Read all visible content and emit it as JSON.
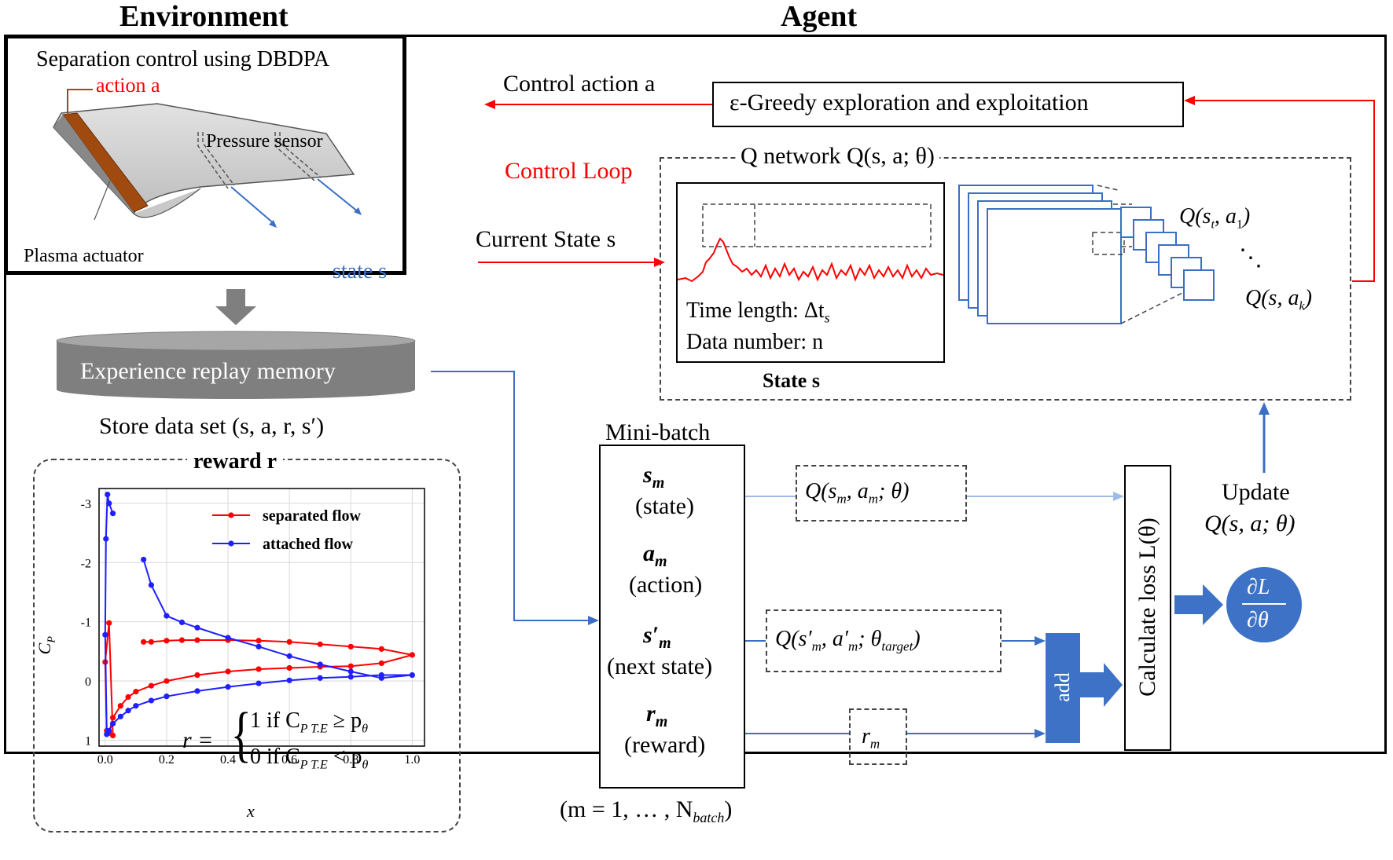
{
  "headers": {
    "environment": "Environment",
    "agent": "Agent"
  },
  "environment": {
    "panel_title": "Separation control using DBDPA",
    "action_label": "action a",
    "pressure_sensor": "Pressure  sensor",
    "plasma_actuator": "Plasma actuator",
    "state_label": "state s"
  },
  "memory": {
    "label": "Experience replay memory",
    "store": "Store data set (s, a, r, s′)"
  },
  "reward": {
    "title": "reward r",
    "formula_prefix": "r =",
    "case1": "1  if C",
    "case1_sub": "P T.E",
    "case1_rel": " ≥ p",
    "case1_sub2": "θ",
    "case2": "0  if C",
    "case2_sub": "P T.E",
    "case2_rel": " < p",
    "case2_sub2": "θ"
  },
  "chart_data": {
    "type": "line",
    "xlabel": "x",
    "ylabel": "C_P",
    "ylabel_main": "C",
    "ylabel_sub": "P",
    "xlim": [
      -0.02,
      1.04
    ],
    "ylim": [
      -3.25,
      1.1
    ],
    "y_inverted": true,
    "grid": true,
    "legend_position": "top-right",
    "x_ticks": [
      "0.0",
      "0.2",
      "0.4",
      "0.6",
      "0.8",
      "1.0"
    ],
    "x_tick_values": [
      0.0,
      0.2,
      0.4,
      0.6,
      0.8,
      1.0
    ],
    "y_ticks": [
      "-3",
      "-2",
      "-1",
      "0",
      "1"
    ],
    "y_tick_values": [
      -3,
      -2,
      -1,
      0,
      1
    ],
    "series": [
      {
        "name": "separated flow",
        "color": "#ff0000",
        "x": [
          0.125,
          0.15,
          0.2,
          0.25,
          0.3,
          0.4,
          0.5,
          0.6,
          0.7,
          0.8,
          0.9,
          1.0,
          0.9,
          0.8,
          0.7,
          0.6,
          0.5,
          0.4,
          0.3,
          0.2,
          0.15,
          0.1,
          0.075,
          0.05,
          0.025,
          0.0125,
          0.005,
          0.0,
          0.0125,
          0.025
        ],
        "y": [
          -0.66,
          -0.66,
          -0.68,
          -0.69,
          -0.69,
          -0.69,
          -0.68,
          -0.66,
          -0.62,
          -0.58,
          -0.54,
          -0.44,
          -0.3,
          -0.25,
          -0.24,
          -0.22,
          -0.2,
          -0.16,
          -0.1,
          0.0,
          0.08,
          0.18,
          0.27,
          0.42,
          0.62,
          0.88,
          0.84,
          -0.32,
          -0.98,
          0.92
        ]
      },
      {
        "name": "attached flow",
        "color": "#1f1fff",
        "x": [
          0.125,
          0.15,
          0.2,
          0.25,
          0.3,
          0.4,
          0.5,
          0.6,
          0.7,
          0.8,
          0.9,
          1.0,
          0.9,
          0.8,
          0.7,
          0.6,
          0.5,
          0.4,
          0.3,
          0.2,
          0.15,
          0.1,
          0.075,
          0.05,
          0.025,
          0.0125,
          0.005,
          0.0,
          0.0025,
          0.0075,
          0.0125,
          0.025
        ],
        "y": [
          -2.05,
          -1.62,
          -1.1,
          -0.99,
          -0.9,
          -0.73,
          -0.58,
          -0.42,
          -0.28,
          -0.16,
          -0.05,
          -0.1,
          -0.1,
          -0.07,
          -0.05,
          -0.01,
          0.04,
          0.1,
          0.17,
          0.26,
          0.33,
          0.42,
          0.5,
          0.6,
          0.72,
          0.84,
          0.9,
          -0.78,
          -2.4,
          -3.15,
          -3.0,
          -2.83
        ]
      }
    ]
  },
  "agent": {
    "control_action": "Control action a",
    "greedy": "ε-Greedy exploration and exploitation",
    "control_loop": "Control Loop",
    "q_network": "Q  network Q(s, a; θ)",
    "current_state": "Current State s",
    "time_length": "Time length: Δt",
    "time_length_sub": "s",
    "data_number": "Data number: n",
    "state_caption": "State s",
    "q_out_1": "Q(s",
    "q_out_1_sub": "t",
    "q_out_1_rest": ", a",
    "q_out_1_sub2": "1",
    "q_out_1_end": ")",
    "q_out_k": "Q(s, a",
    "q_out_k_sub": "k",
    "q_out_k_end": ")",
    "ellipsis": "⋱"
  },
  "minibatch": {
    "title": "Mini-batch",
    "s_m": "s",
    "s_m_sub": "m",
    "s_m_desc": "(state)",
    "a_m": "a",
    "a_m_sub": "m",
    "a_m_desc": "(action)",
    "sp_m": "s′",
    "sp_m_sub": "m",
    "sp_m_desc": "(next state)",
    "r_m": "r",
    "r_m_sub": "m",
    "r_m_desc": "(reward)",
    "range_main": "(m = 1, … , N",
    "range_sub": "batch",
    "range_end": ")"
  },
  "loss": {
    "q_m": "Q(s",
    "q_m_sub1": "m",
    "q_m_mid": ", a",
    "q_m_sub2": "m",
    "q_m_end": "; θ)",
    "q_target": "Q(s′",
    "q_target_sub1": "m",
    "q_target_mid": ", a′",
    "q_target_sub2": "m",
    "q_target_mid2": "; θ",
    "q_target_sub3": "target",
    "q_target_end": ")",
    "r_box": "r",
    "r_box_sub": "m",
    "add": "add",
    "calculate": "Calculate loss L(θ)",
    "update": "Update",
    "update_q": "Q(s, a; θ)",
    "grad_num": "∂L",
    "grad_den": "∂θ"
  },
  "colors": {
    "red": "#ff0000",
    "blue_line": "#3a6fc4",
    "blue_fill": "#3d72c7",
    "gray_db": "#7f7f7f"
  }
}
